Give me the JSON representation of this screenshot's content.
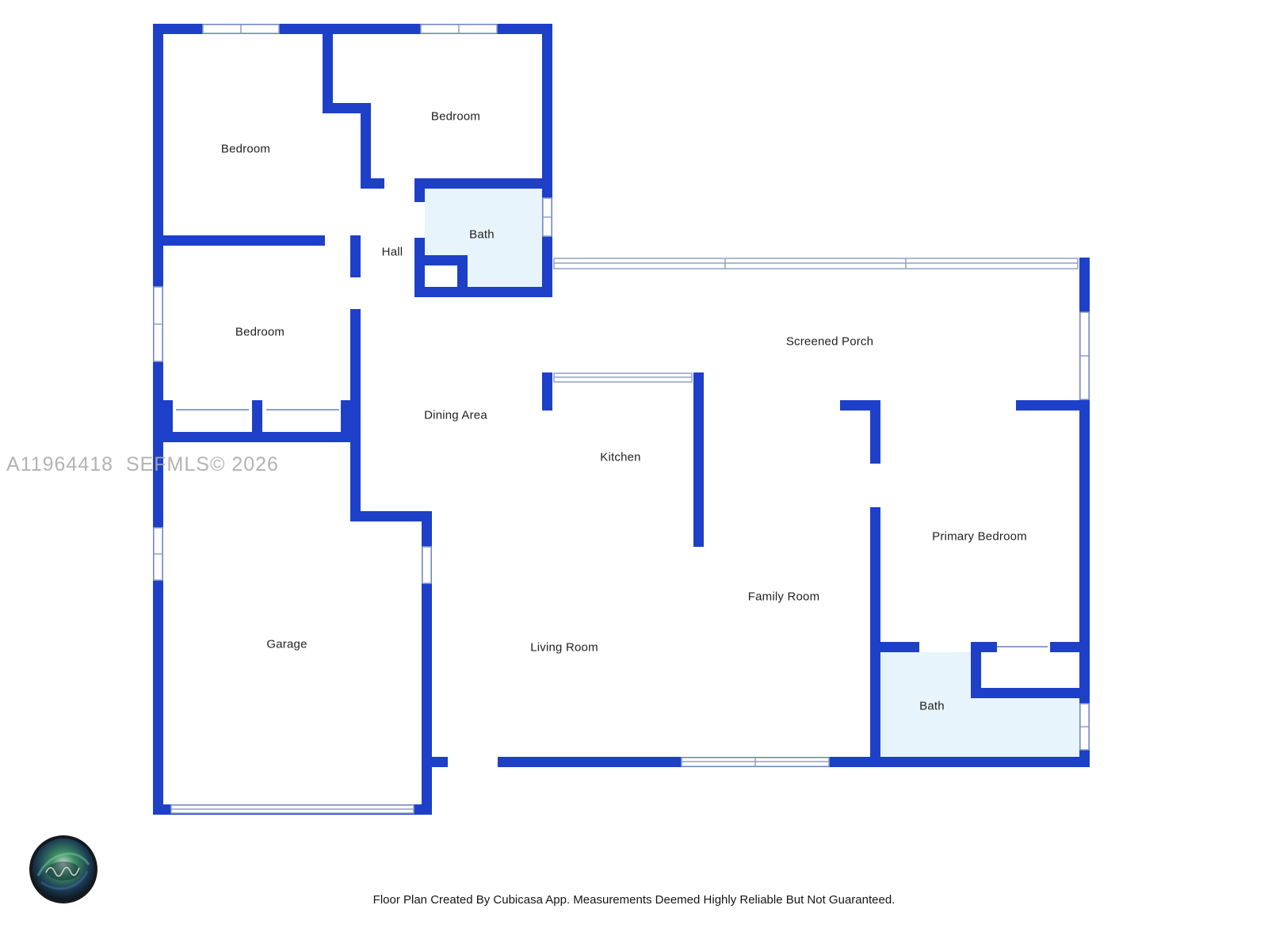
{
  "colors": {
    "wall": "#1e40c8",
    "bath": "#e8f4fb",
    "winline": "#8fa0c6",
    "label": "#222222",
    "watermark": "#ababab",
    "footer": "#141414"
  },
  "rooms": {
    "bedroom_top_left": "Bedroom",
    "bedroom_top_center": "Bedroom",
    "bath_top": "Bath",
    "hall": "Hall",
    "bedroom_left": "Bedroom",
    "screened_porch": "Screened Porch",
    "dining_area": "Dining Area",
    "kitchen": "Kitchen",
    "primary_bedroom": "Primary Bedroom",
    "family_room": "Family Room",
    "living_room": "Living Room",
    "garage": "Garage",
    "bath_bottom": "Bath"
  },
  "watermark": "A11964418  SEFMLS© 2026",
  "footer": "Floor Plan Created By Cubicasa App. Measurements Deemed Highly Reliable But Not Guaranteed."
}
